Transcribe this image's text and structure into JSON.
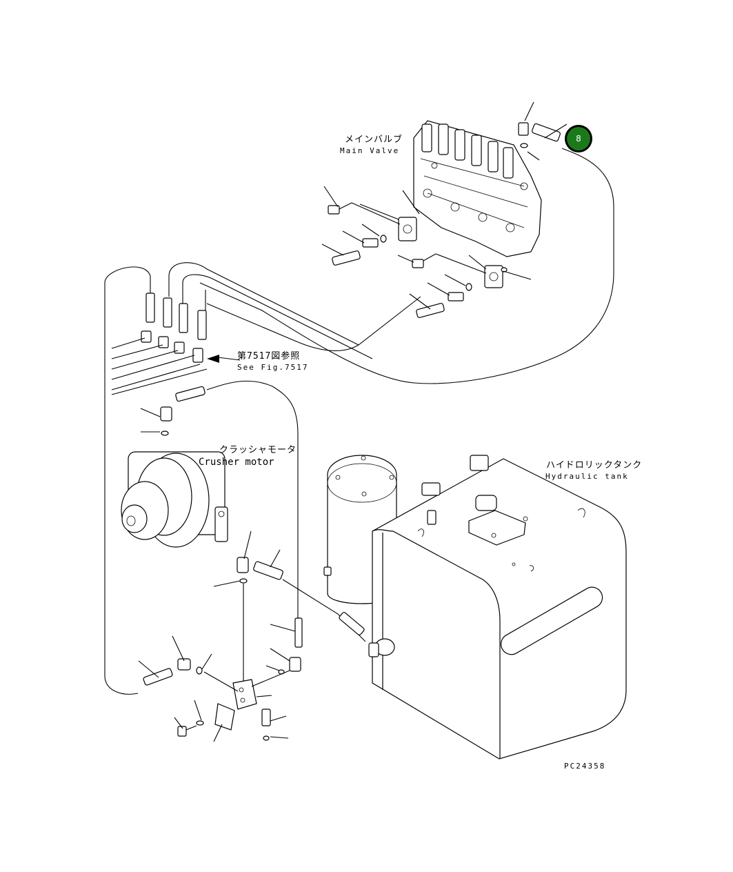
{
  "labels": {
    "main_valve_jp": "メインバルブ",
    "main_valve_en": "Main Valve",
    "see_fig_jp": "第7517図参照",
    "see_fig_en": "See Fig.7517",
    "crusher_motor_jp": "クラッシャモータ",
    "crusher_motor_en": "Crusher motor",
    "hydraulic_tank_jp": "ハイドロリックタンク",
    "hydraulic_tank_en": "Hydraulic tank",
    "drawing_number": "PC24358"
  },
  "callout": {
    "number": "8",
    "color": "#1a7a1a"
  }
}
